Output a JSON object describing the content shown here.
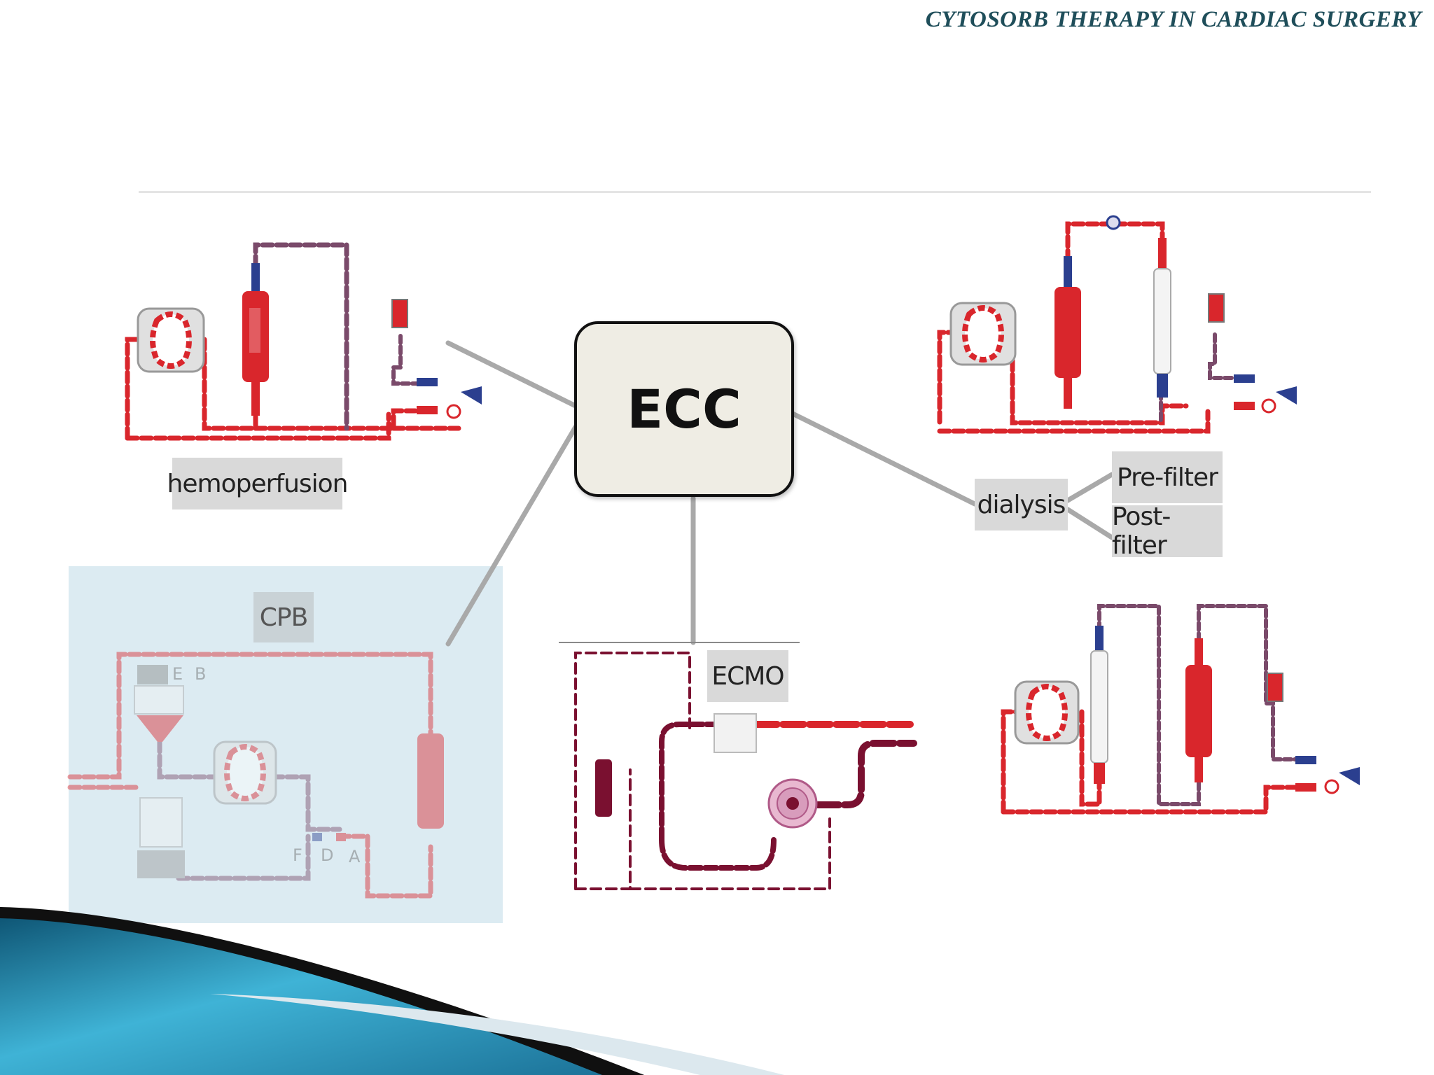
{
  "header": {
    "title": "CYTOSORB THERAPY IN CARDIAC SURGERY"
  },
  "center": {
    "label": "ECC"
  },
  "branches": {
    "hemoperfusion": "hemoperfusion",
    "cpb": "CPB",
    "ecmo": "ECMO",
    "dialysis": "dialysis",
    "pre_filter": "Pre-filter",
    "post_filter": "Post-filter"
  },
  "cpb_markers": {
    "e": "E",
    "b": "B",
    "f": "F",
    "d": "D",
    "a": "A"
  },
  "colors": {
    "title": "#1f4e5a",
    "red": "#d9262c",
    "blue": "#2b3f8f",
    "maroon": "#7a1030",
    "connector": "#a9a9a9",
    "cpb_bg": "#dcebf2"
  },
  "icons": [
    "roller-pump-icon",
    "cytosorb-adsorber-icon",
    "blood-bag-icon",
    "patient-connector-icon",
    "hemofilter-icon",
    "oxygenator-icon",
    "reservoir-icon",
    "centrifugal-pump-icon"
  ]
}
